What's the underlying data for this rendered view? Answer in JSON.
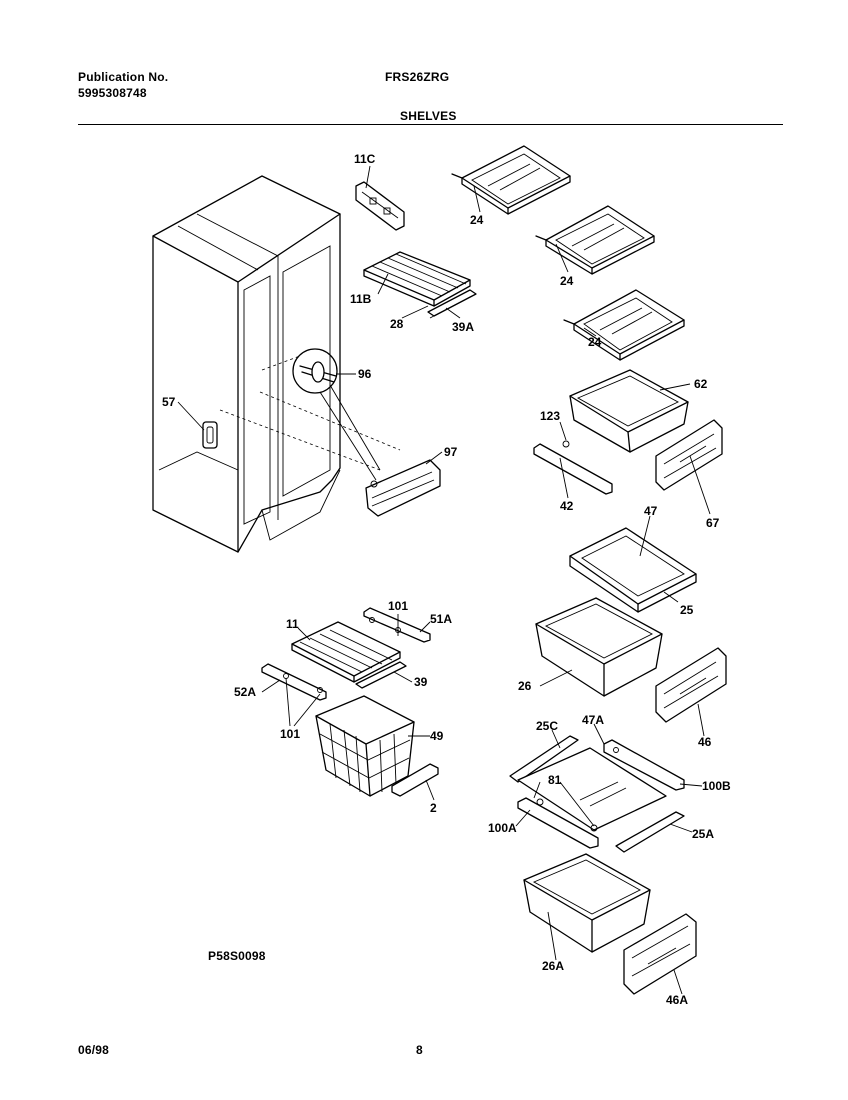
{
  "header": {
    "publication_label": "Publication No.",
    "publication_number": "5995308748",
    "model": "FRS26ZRG",
    "section_title": "SHELVES"
  },
  "footer": {
    "figure_code": "P58S0098",
    "date": "06/98",
    "page_number": "8"
  },
  "callouts": {
    "c11C": "11C",
    "c24a": "24",
    "c24b": "24",
    "c24c": "24",
    "c11B": "11B",
    "c28": "28",
    "c39A": "39A",
    "c96": "96",
    "c57": "57",
    "c62": "62",
    "c123": "123",
    "c42": "42",
    "c67": "67",
    "c97": "97",
    "c47": "47",
    "c25": "25",
    "c101a": "101",
    "c51A": "51A",
    "c11": "11",
    "c39": "39",
    "c52A": "52A",
    "c101b": "101",
    "c49": "49",
    "c2": "2",
    "c26": "26",
    "c46": "46",
    "c25C": "25C",
    "c47A": "47A",
    "c81": "81",
    "c100B": "100B",
    "c100A": "100A",
    "c25A": "25A",
    "c26A": "26A",
    "c46A": "46A"
  }
}
